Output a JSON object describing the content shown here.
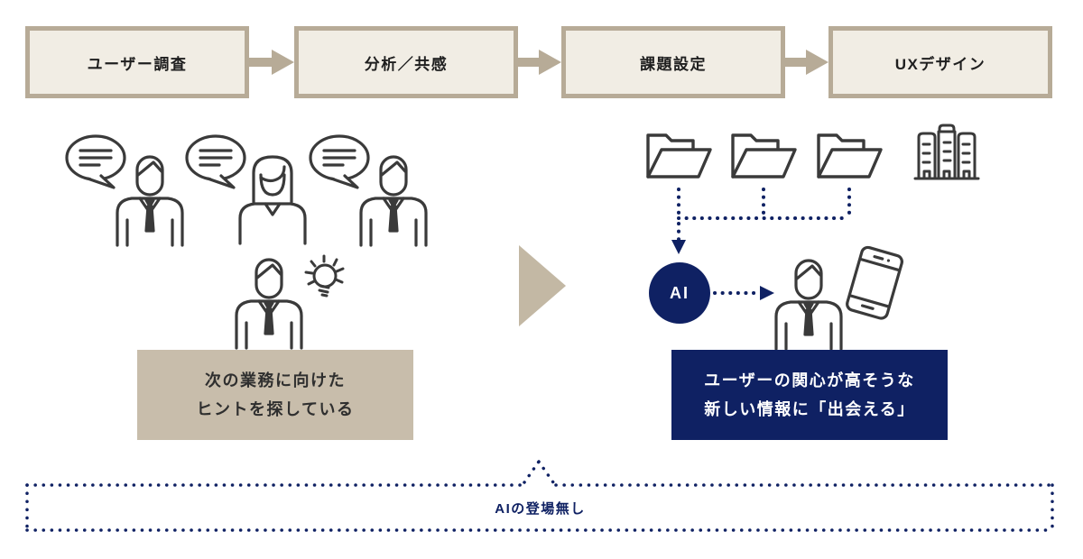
{
  "flow": {
    "steps": [
      {
        "label": "ユーザー調査"
      },
      {
        "label": "分析／共感"
      },
      {
        "label": "課題設定"
      },
      {
        "label": "UXデザイン"
      }
    ]
  },
  "before_scene": {
    "caption_line1": "次の業務に向けた",
    "caption_line2": "ヒントを探している"
  },
  "after_scene": {
    "ai_badge": "AI",
    "caption_line1": "ユーザーの関心が高そうな",
    "caption_line2": "新しい情報に「出会える」"
  },
  "footer": {
    "label": "AIの登場無し"
  },
  "colors": {
    "tan_border": "#b7ab97",
    "tan_fill": "#f1ede4",
    "tan_solid": "#c8bdab",
    "navy": "#0f2163",
    "icon_ink": "#3a3a3a",
    "white": "#ffffff"
  }
}
